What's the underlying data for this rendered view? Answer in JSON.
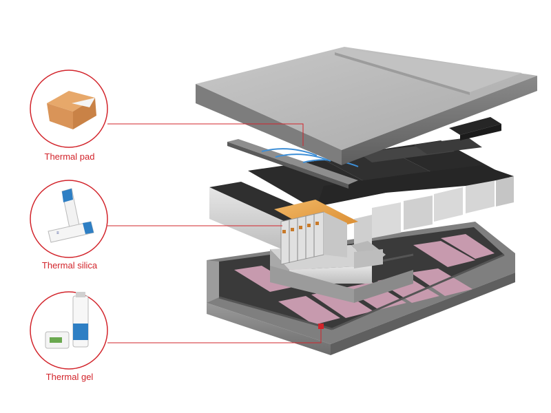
{
  "labels": {
    "pad": "Thermal pad",
    "silica": "Thermal silica",
    "gel": "Thermal gel"
  },
  "colors": {
    "accent_red": "#d2232a",
    "pad_orange": "#e8a14a",
    "tray_pink": "#c79aae",
    "cover_gray": "#b9b9b9"
  }
}
